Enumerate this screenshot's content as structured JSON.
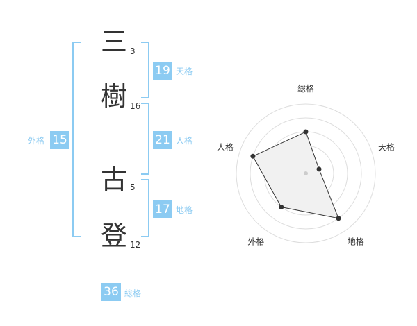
{
  "name": {
    "chars": [
      {
        "char": "三",
        "strokes": "3"
      },
      {
        "char": "樹",
        "strokes": "16"
      },
      {
        "char": "古",
        "strokes": "5"
      },
      {
        "char": "登",
        "strokes": "12"
      }
    ]
  },
  "scores": {
    "tenkaku": {
      "label": "天格",
      "value": "19"
    },
    "jinkaku": {
      "label": "人格",
      "value": "21"
    },
    "chikaku": {
      "label": "地格",
      "value": "17"
    },
    "gaikaku": {
      "label": "外格",
      "value": "15"
    },
    "soukaku": {
      "label": "総格",
      "value": "36"
    }
  },
  "chart_data": {
    "type": "radar",
    "axes": [
      "総格",
      "天格",
      "地格",
      "外格",
      "人格"
    ],
    "values": [
      3,
      1,
      4,
      3,
      4
    ],
    "max": 5,
    "colors": {
      "grid": "#dddddd",
      "fill": "#f1f1f1",
      "line": "#333333",
      "accent": "#8ccbf2"
    }
  }
}
